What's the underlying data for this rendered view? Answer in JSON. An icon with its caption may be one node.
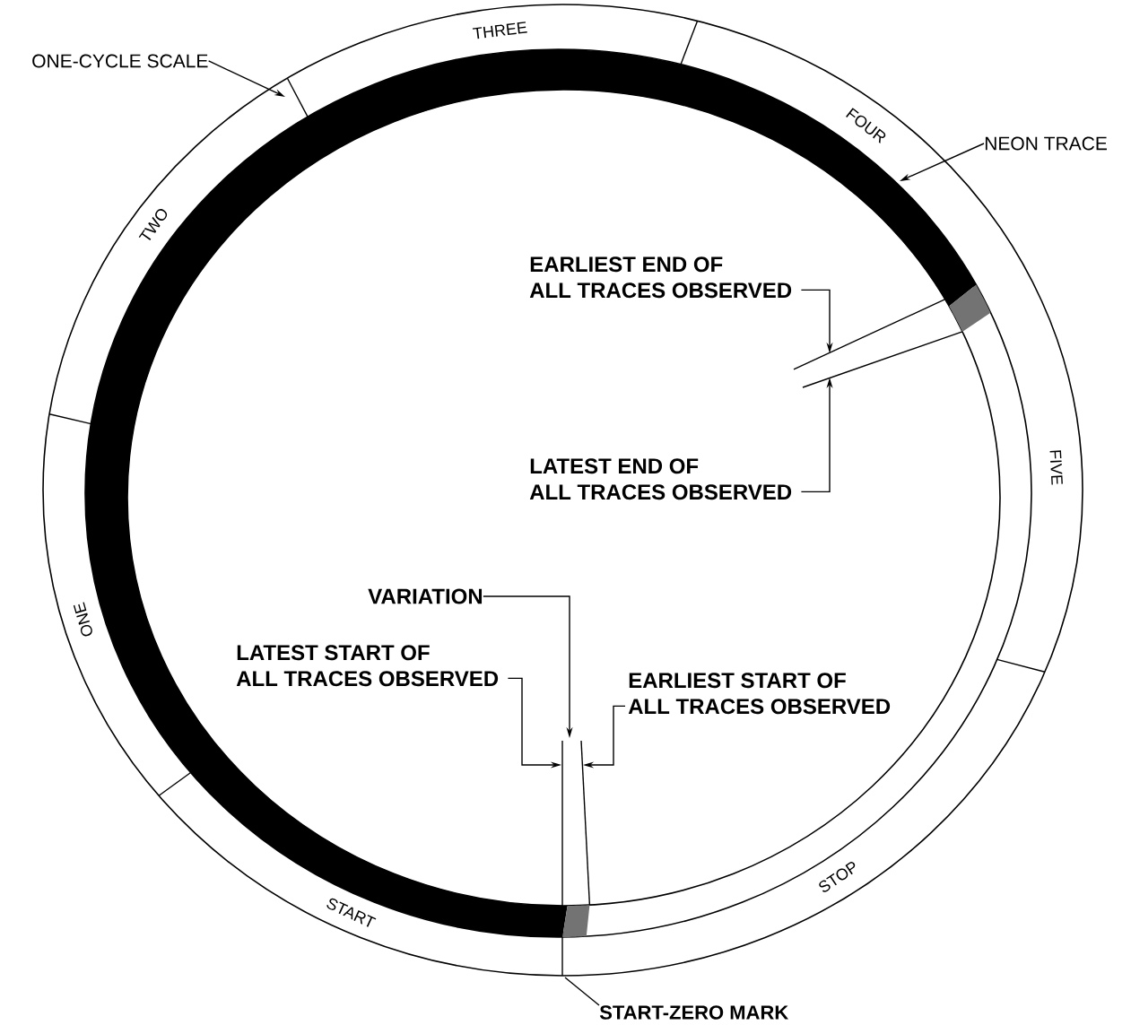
{
  "diagram": {
    "nodes": [
      {
        "text": [
          "ONE-CYCLE SCALE"
        ]
      },
      {
        "text": [
          "NEON TRACE"
        ]
      },
      {
        "text": [
          "EARLIEST END OF ALL TRACES OBSERVED"
        ]
      },
      {
        "text": [
          "LATEST END OF ALL TRACES OBSERVED"
        ]
      },
      {
        "text": [
          "VARIATION"
        ]
      },
      {
        "text": [
          "LATEST START OF ALL TRACES OBSERVED"
        ]
      },
      {
        "text": [
          "EARLIEST START OF ALL TRACES OBSERVED"
        ]
      },
      {
        "text": [
          "START-ZERO MARK"
        ]
      }
    ],
    "edges": [
      {
        "from": 0,
        "to": null,
        "arrow": "to"
      },
      {
        "from": 1,
        "to": null,
        "arrow": "to"
      },
      {
        "from": 2,
        "to": null,
        "arrow": "to"
      },
      {
        "from": 3,
        "to": null,
        "arrow": "to"
      },
      {
        "from": 4,
        "to": null,
        "arrow": "to"
      },
      {
        "from": 5,
        "to": null,
        "arrow": "to"
      },
      {
        "from": 6,
        "to": null,
        "arrow": "to"
      },
      {
        "from": 7,
        "to": null,
        "arrow": "none"
      }
    ],
    "labels": [
      "THREE",
      "FOUR",
      "TWO",
      "FIVE",
      "ONE",
      "STOP",
      "START"
    ]
  }
}
